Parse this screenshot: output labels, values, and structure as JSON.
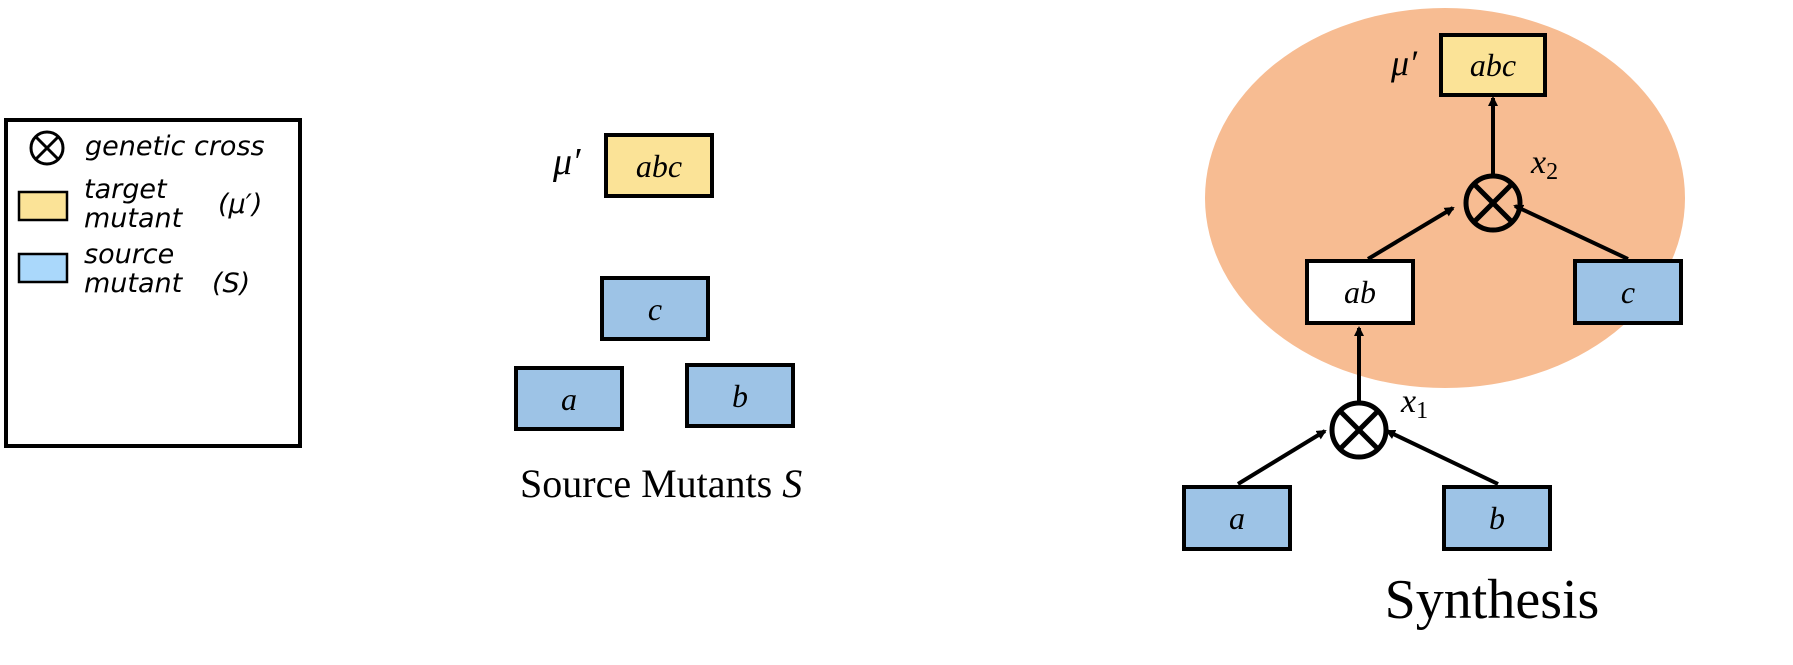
{
  "legend": {
    "cross_label": "genetic cross",
    "target_label_line1": "target",
    "target_label_line2": "mutant",
    "target_symbol": "(μ′)",
    "source_label_line1": "source",
    "source_label_line2": "mutant",
    "source_symbol": "(S)"
  },
  "source_panel": {
    "target_symbol": "μ′",
    "target_box": "abc",
    "box_c": "c",
    "box_a": "a",
    "box_b": "b",
    "caption_text": "Source Mutants ",
    "caption_symbol": "S"
  },
  "synthesis_panel": {
    "target_symbol": "μ′",
    "target_box": "abc",
    "cross2_var": "x",
    "cross2_sub": "2",
    "intermediate_box": "ab",
    "box_c": "c",
    "cross1_var": "x",
    "cross1_sub": "1",
    "box_a": "a",
    "box_b": "b",
    "caption": "Synthesis"
  },
  "colors": {
    "target_fill": "#fbe397",
    "source_fill": "#9dc3e6",
    "legend_source_fill": "#aad8fb",
    "highlight_ellipse": "#f7bc92",
    "stroke": "#000000"
  }
}
